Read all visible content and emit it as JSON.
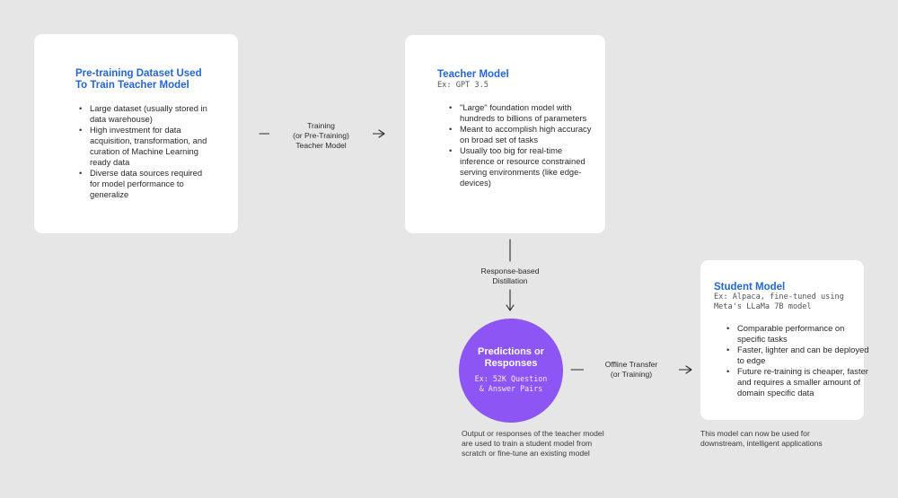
{
  "dataset_card": {
    "title": "Pre-training Dataset Used\nTo Train Teacher Model",
    "bullets": [
      "Large dataset (usually stored in data warehouse)",
      "High investment for data acquisition, transformation, and curation of Machine Learning ready data",
      "Diverse data sources required for model performance to generalize"
    ]
  },
  "arrow_training": {
    "label": "Training\n(or Pre-Training)\nTeacher Model"
  },
  "teacher_card": {
    "title": "Teacher Model",
    "subtitle": "Ex: GPT 3.5",
    "bullets": [
      "\"Large\" foundation model with hundreds to billions of parameters",
      "Meant to accomplish high accuracy on broad set of tasks",
      "Usually too big for real-time inference or resource constrained serving environments (like edge-devices)"
    ]
  },
  "arrow_distillation": {
    "label": "Response-based\nDistillation"
  },
  "predictions": {
    "title": "Predictions or\nResponses",
    "subtitle": "Ex: 52K Question\n& Answer Pairs",
    "caption": "Output or responses of the teacher model\nare used to train a student model from\nscratch or fine-tune an existing model"
  },
  "arrow_offline": {
    "label": "Offline Transfer\n(or Training)"
  },
  "student_card": {
    "title": "Student Model",
    "subtitle": "Ex: Alpaca, fine-tuned using\nMeta's LLaMa 7B model",
    "bullets": [
      "Comparable performance on specific tasks",
      "Faster, lighter and can be deployed to edge",
      "Future re-training is cheaper, faster and requires a smaller amount of domain specific data"
    ],
    "caption": "This model can now be used for\ndownstream, intelligent applications"
  },
  "colors": {
    "background": "#e6e6e7",
    "card": "#ffffff",
    "title_blue": "#2466d6",
    "circle_purple": "#8d55f4"
  }
}
